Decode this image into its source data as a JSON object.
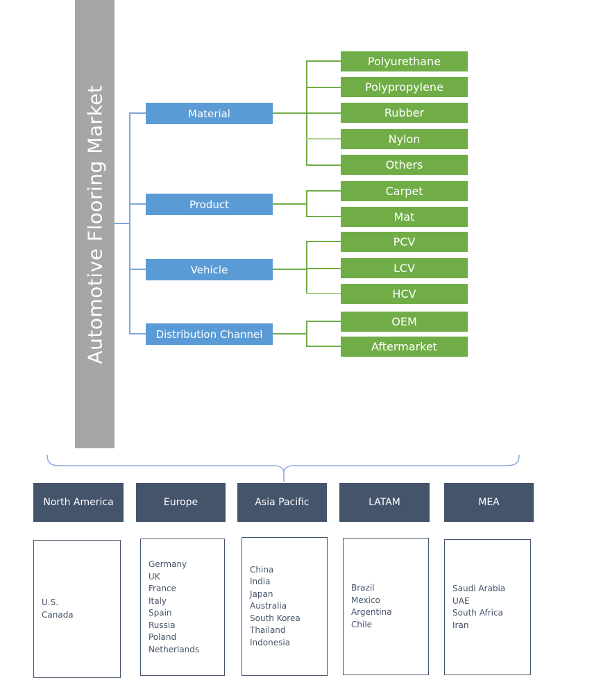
{
  "title": "Automotive Flooring Market",
  "colors": {
    "title_bar": "#A6A6A6",
    "category_box": "#5B9BD5",
    "leaf_box": "#70AD47",
    "region_box": "#44546A",
    "connector_blue": "#7BA7DB",
    "connector_green": "#70AD47",
    "connector_green_light": "#A9D18E",
    "brace": "#8FAADC",
    "list_text": "#44546A"
  },
  "tree": {
    "categories": [
      {
        "label": "Material",
        "children": [
          "Polyurethane",
          "Polypropylene",
          "Rubber",
          "Nylon",
          "Others"
        ]
      },
      {
        "label": "Product",
        "children": [
          "Carpet",
          "Mat"
        ]
      },
      {
        "label": "Vehicle",
        "children": [
          "PCV",
          "LCV",
          "HCV"
        ]
      },
      {
        "label": "Distribution Channel",
        "children": [
          "OEM",
          "Aftermarket"
        ]
      }
    ]
  },
  "regions": [
    {
      "label": "North America",
      "countries": [
        "U.S.",
        "Canada"
      ]
    },
    {
      "label": "Europe",
      "countries": [
        "Germany",
        "UK",
        "France",
        "Italy",
        "Spain",
        "Russia",
        "Poland",
        "Netherlands"
      ]
    },
    {
      "label": "Asia Pacific",
      "countries": [
        "China",
        "India",
        "Japan",
        "Australia",
        "South Korea",
        "Thailand",
        "Indonesia"
      ]
    },
    {
      "label": "LATAM",
      "countries": [
        "Brazil",
        "Mexico",
        "Argentina",
        "Chile"
      ]
    },
    {
      "label": "MEA",
      "countries": [
        "Saudi Arabia",
        "UAE",
        "South Africa",
        "Iran"
      ]
    }
  ]
}
